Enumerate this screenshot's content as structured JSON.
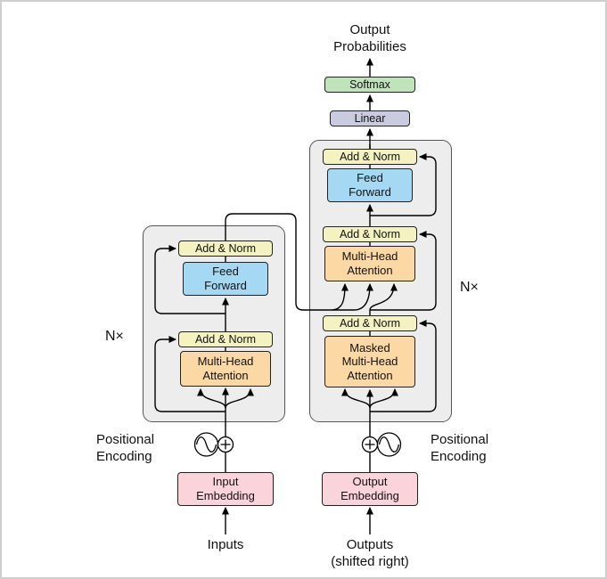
{
  "colors": {
    "add-norm": "#f4f2c1",
    "feed-forward": "#a5d8f3",
    "attention": "#fcd9a4",
    "linear-box": "#cbcbe0",
    "softmax-box": "#c0e3bc",
    "embedding": "#fbd3da",
    "container": "#ededed",
    "line": "#000000"
  },
  "output_head": {
    "probabilities_label": "Output\nProbabilities",
    "softmax_label": "Softmax",
    "linear_label": "Linear"
  },
  "encoder": {
    "repeat_label": "N×",
    "add_norm_ff": "Add & Norm",
    "feed_forward": "Feed\nForward",
    "add_norm_attn": "Add & Norm",
    "attention": "Multi-Head\nAttention",
    "embedding": "Input\nEmbedding",
    "positional_encoding": "Positional\nEncoding",
    "input_label": "Inputs"
  },
  "decoder": {
    "repeat_label": "N×",
    "add_norm_ff": "Add & Norm",
    "feed_forward": "Feed\nForward",
    "add_norm_cross": "Add & Norm",
    "cross_attention": "Multi-Head\nAttention",
    "add_norm_masked": "Add & Norm",
    "masked_attention": "Masked\nMulti-Head\nAttention",
    "embedding": "Output\nEmbedding",
    "positional_encoding": "Positional\nEncoding",
    "input_label": "Outputs\n(shifted right)"
  }
}
